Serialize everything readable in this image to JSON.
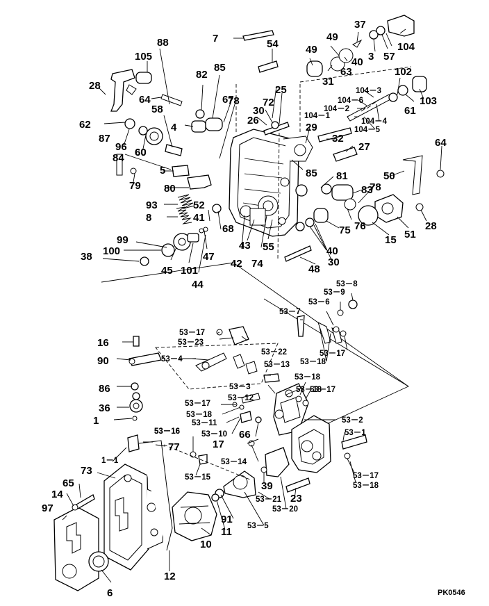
{
  "drawing_code": "PK0546",
  "labels_large": [
    "88",
    "105",
    "28",
    "64",
    "62",
    "87",
    "96",
    "60",
    "58",
    "60",
    "82",
    "85",
    "67",
    "78",
    "4",
    "84",
    "5",
    "79",
    "80",
    "93",
    "52",
    "41",
    "8",
    "68",
    "99",
    "100",
    "38",
    "45",
    "101",
    "47",
    "44",
    "7",
    "54",
    "49",
    "31",
    "49",
    "63",
    "37",
    "3",
    "57",
    "104",
    "40",
    "102",
    "103",
    "61",
    "72",
    "30",
    "25",
    "26",
    "29",
    "32",
    "27",
    "85",
    "81",
    "83",
    "78",
    "76",
    "75",
    "40",
    "30",
    "48",
    "42",
    "43",
    "74",
    "55",
    "50",
    "51",
    "15",
    "28",
    "64",
    "16",
    "90",
    "86",
    "36",
    "1",
    "73",
    "65",
    "14",
    "97",
    "6",
    "12",
    "10",
    "11",
    "91",
    "39",
    "23",
    "66",
    "17",
    "77"
  ],
  "labels_small": [
    "104－6",
    "104－2",
    "104－1",
    "104－3",
    "104－4",
    "104－5",
    "53－8",
    "53－9",
    "53－6",
    "53－7",
    "53－17",
    "53－23",
    "53－22",
    "53－4",
    "53－13",
    "53－18",
    "53－17",
    "53－18",
    "53－3",
    "53－12",
    "53－17",
    "53－18",
    "53－11",
    "53－10",
    "53－16",
    "53－15",
    "53－14",
    "53－21",
    "53－5",
    "53－20",
    "53－2",
    "53－1",
    "53－17",
    "53－18",
    "53－17",
    "53－18",
    "1－1",
    "53－16"
  ]
}
